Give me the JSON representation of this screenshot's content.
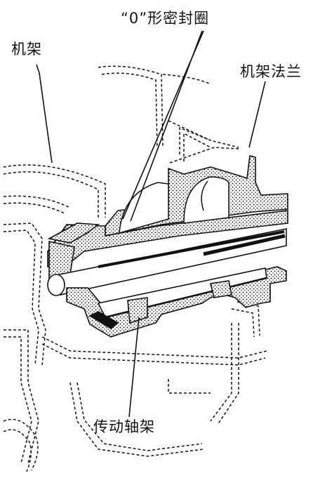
{
  "labels": {
    "frame": "机架",
    "o_ring": "“0”形密封圈",
    "frame_flange": "机架法兰",
    "drive_shaft_frame": "传动轴架"
  }
}
